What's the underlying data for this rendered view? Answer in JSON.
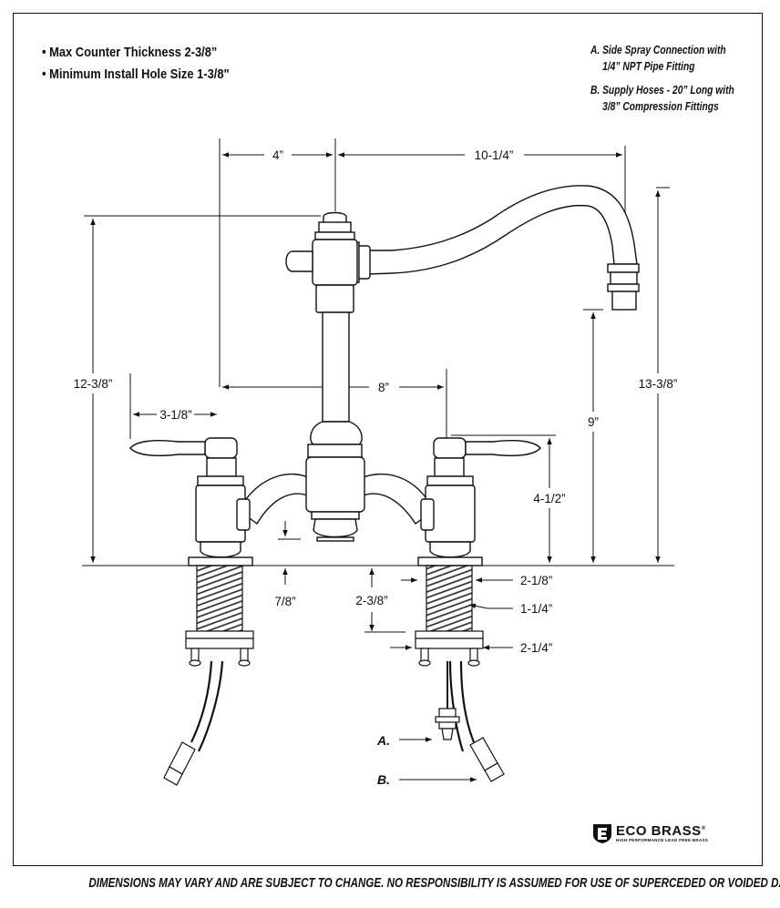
{
  "specs": {
    "bullet_char": "•",
    "items": [
      "Max Counter Thickness 2-3/8”",
      "Minimum Install Hole Size 1-3/8\""
    ]
  },
  "notes": {
    "a_line1": "A.  Side Spray Connection with",
    "a_line2": "1/4” NPT Pipe Fitting",
    "b_line1": "B.  Supply Hoses - 20” Long with",
    "b_line2": "3/8” Compression Fittings"
  },
  "dimensions": {
    "spout_offset": "4”",
    "spout_reach": "10-1/4”",
    "total_height_left": "12-3/8”",
    "total_height_right": "13-3/8”",
    "center_spread": "8”",
    "handle_reach": "3-1/8”",
    "spout_clearance": "9”",
    "handle_height": "4-1/2”",
    "body_to_deck": "7/8”",
    "shank_length": "2-3/8”",
    "base_diameter": "2-1/8”",
    "shank_diameter": "1-1/4”",
    "nut_diameter": "2-1/4”"
  },
  "callouts": {
    "a": "A.",
    "b": "B."
  },
  "logo": {
    "name": "ECO BRASS",
    "registered": "®",
    "tagline": "HIGH PERFORMANCE LEAD FREE BRASS"
  },
  "footer": "DIMENSIONS MAY VARY AND ARE SUBJECT TO CHANGE. NO RESPONSIBILITY IS ASSUMED FOR USE OF SUPERCEDED OR VOIDED DATA"
}
